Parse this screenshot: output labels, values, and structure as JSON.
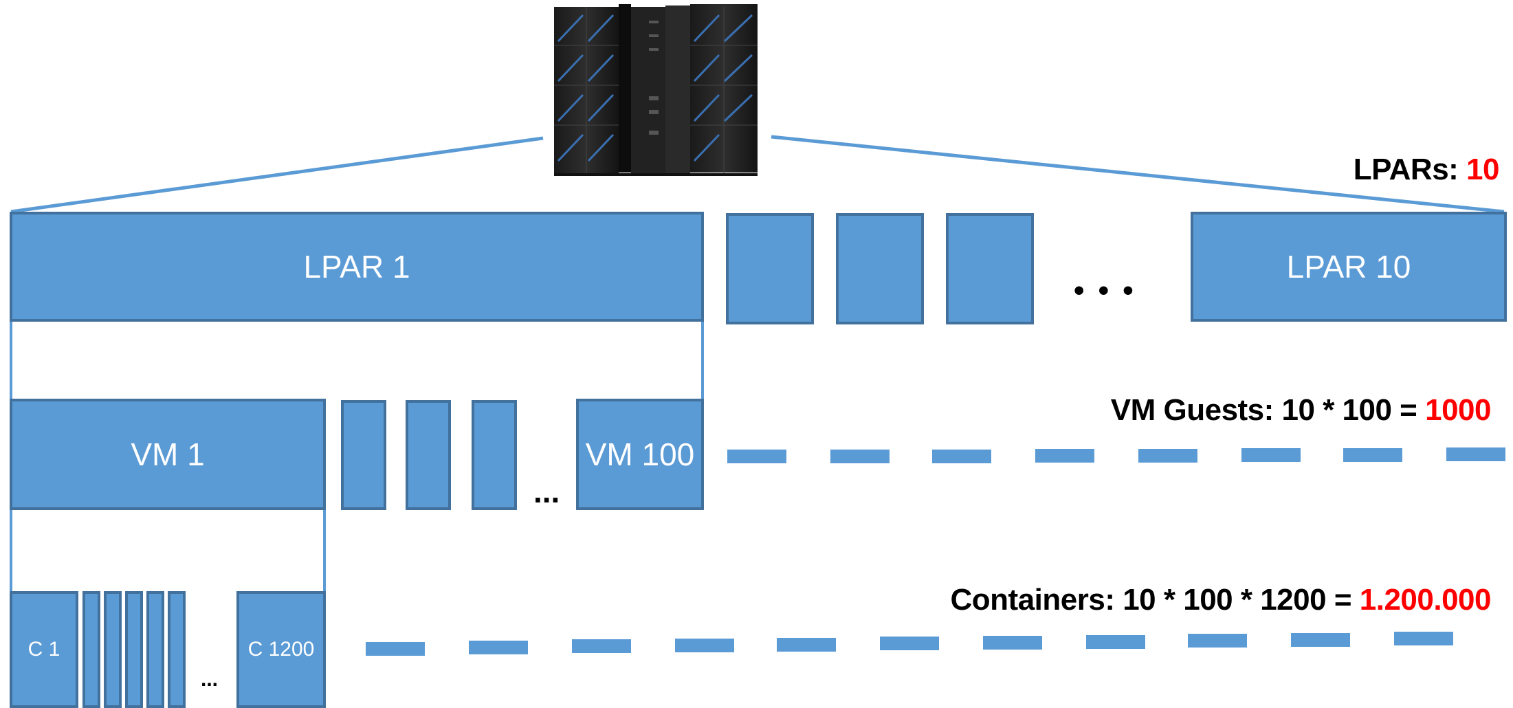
{
  "colors": {
    "box_fill": "#5b9bd5",
    "box_border": "#41719c",
    "accent_red": "#ff0000",
    "text": "#000000"
  },
  "server": {
    "icon": "mainframe-server-icon"
  },
  "lpar": {
    "first_label": "LPAR 1",
    "last_label": "LPAR 10",
    "ellipsis": "• • •"
  },
  "vm": {
    "first_label": "VM 1",
    "last_label": "VM 100",
    "ellipsis": "..."
  },
  "container": {
    "first_label": "C 1",
    "last_label": "C 1200",
    "ellipsis": "..."
  },
  "equations": {
    "lpars": {
      "text": "LPARs: ",
      "value": "10"
    },
    "vms": {
      "text": "VM Guests: 10 * 100 = ",
      "value": "1000"
    },
    "containers": {
      "text": "Containers: 10 * 100 * 1200 = ",
      "value": "1.200.000"
    }
  }
}
